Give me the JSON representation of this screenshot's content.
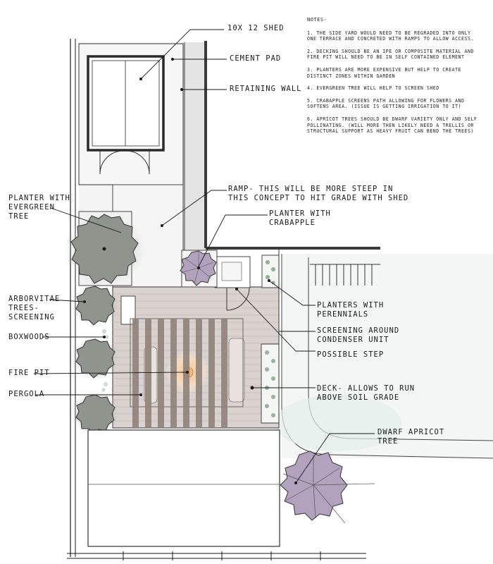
{
  "labels": {
    "shed": "10x 12 shed",
    "cement_pad": "Cement Pad",
    "retaining_wall": "Retaining Wall",
    "ramp": "Ramp- this will be more steep in this concept to hit grade with shed",
    "planter_crabapple": "Planter with crabapple",
    "planter_evergreen": "Planter with evergreen tree",
    "arborvitae": "Arborvitae trees- screening",
    "boxwoods": "Boxwoods",
    "fire_pit": "Fire Pit",
    "pergola": "Pergola",
    "planters_perennials": "Planters with perennials",
    "screening_condenser": "Screening around condenser unit",
    "possible_step": "Possible step",
    "deck": "Deck- allows to run above soil grade",
    "apricot": "Dwarf apricot tree"
  },
  "notes": {
    "title": "Notes-",
    "items": [
      "1. The side yard would need to be regraded into only one terrace and concreted with ramps to allow access.",
      "2. Decking should be an IPE or composite material and fire pit will need to be in self contained element",
      "3. Planters are more expensive but help to create distinct zones within garden",
      "4. Evergreen tree will help to screen shed",
      "5. Crabapple screens path allowing for flowers and softens area. (issue is getting irrigation to it)",
      "6. Apricot trees should be dwarf variety only and self pollinating. (will more then likely need a trellis or structural support as heavy fruit can bend the trees)"
    ]
  },
  "colors": {
    "line": "#1a1a1a",
    "evergreen_tree": "#8f958c",
    "flowering_tree": "#b3a2bd",
    "deck": "#d9d2cf",
    "pergola_beam": "#8e827a",
    "wall": "#3a3a3a"
  }
}
